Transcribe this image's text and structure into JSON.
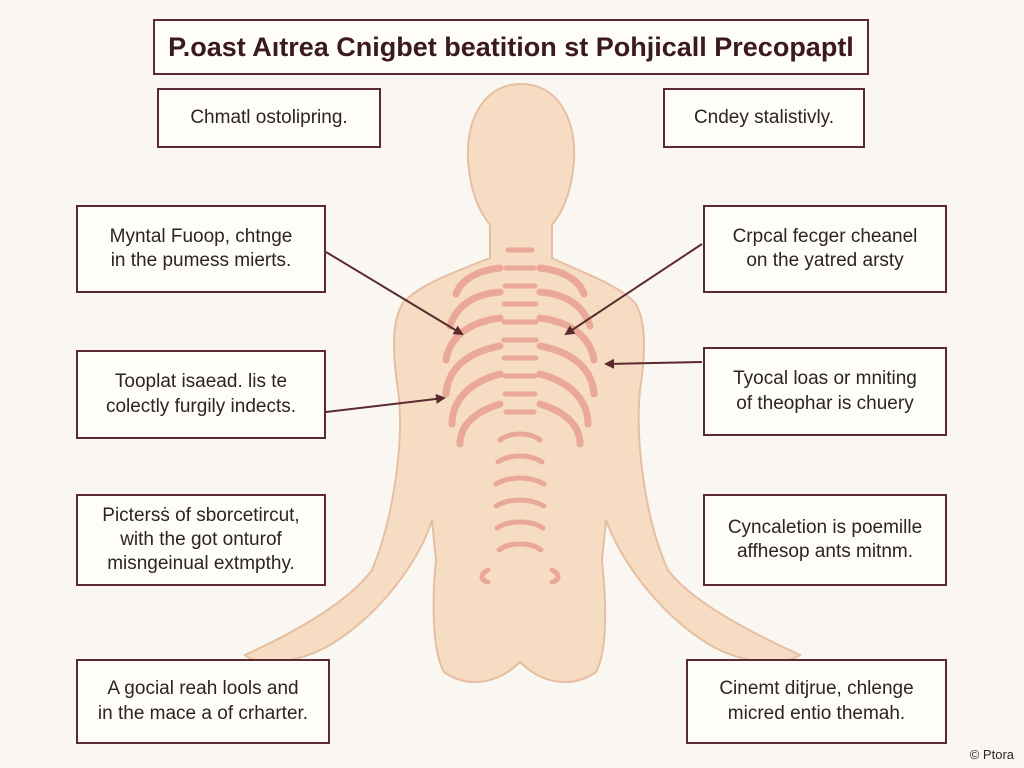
{
  "title": "P.oast Aıtrea Cnigbet beatition st Pohjicall Precopaptl",
  "labels": {
    "top_left": [
      "Chmatl ostolipring."
    ],
    "top_right": [
      "Cndey stalistivly."
    ],
    "left_1": [
      "Myntal Fuoop, chtnge",
      "in the pumess mierts."
    ],
    "right_1": [
      "Crpcal fecger cheanel",
      "on the yatred arsty"
    ],
    "left_2": [
      "Tooplat isaead. lis te",
      "colectly furgily indects."
    ],
    "right_2": [
      "Tyocal loas or mniting",
      "of theophar is chuery"
    ],
    "left_3": [
      "Pictersṡ of sborcetircut,",
      "with the got onturof",
      "misngeinual extmpthy."
    ],
    "right_3": [
      "Cyncaletion is poemille",
      "affhesop ants mitnm."
    ],
    "left_4": [
      "A gocial reah lools and",
      "in the mace a of crharter."
    ],
    "right_4": [
      "Cinemt ditjrue, chlenge",
      "micred entio themah."
    ]
  },
  "credit": "© Ptora",
  "colors": {
    "border": "#5a2a2e",
    "skin": "#f7dcc4",
    "skin_outline": "#e6bfa2",
    "bone": "#eaa898",
    "arrow": "#5a2a2e",
    "background": "#faf6f1"
  },
  "icons": [
    "human-silhouette",
    "ribcage",
    "spine"
  ]
}
